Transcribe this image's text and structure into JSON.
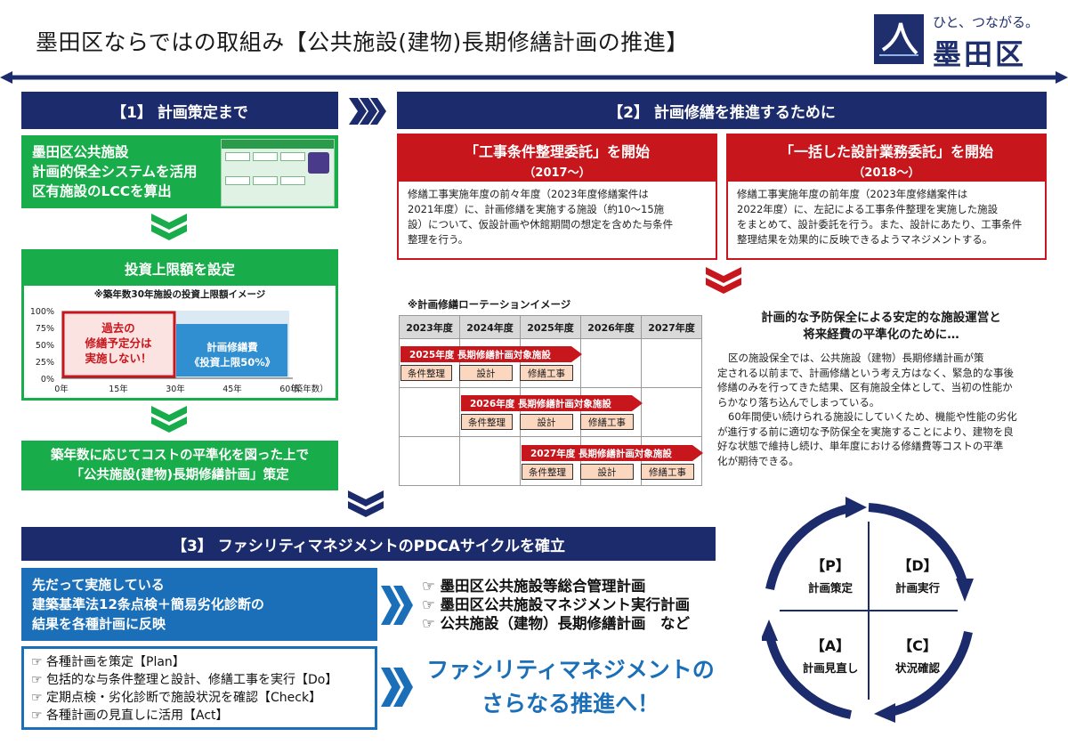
{
  "header": {
    "title": "墨田区ならではの取組み【公共施設(建物)長期修繕計画の推進】",
    "logo_tagline": "ひと、つながる。",
    "logo_name": "墨田区"
  },
  "section1": {
    "heading": "【1】 計画策定まで",
    "system_text": [
      "墨田区公共施設",
      "計画的保全システムを活用",
      "区有施設のLCCを算出"
    ],
    "invest_title": "投資上限額を設定",
    "invest_note": "※築年数30年施設の投資上限額イメージ",
    "chart_data": {
      "type": "bar",
      "title": "",
      "xlabel": "（築年数）",
      "ylabel": "",
      "y_ticks": [
        "100%",
        "75%",
        "50%",
        "25%",
        "0%"
      ],
      "x_ticks": [
        "0年",
        "15年",
        "30年",
        "45年",
        "60年"
      ],
      "ylim": [
        0,
        100
      ],
      "xlim": [
        0,
        60
      ],
      "bars": [
        {
          "label": [
            "過去の",
            "修繕予定分は",
            "実施しない！"
          ],
          "x_start": 0,
          "x_end": 30,
          "value": 100,
          "color": "#c8161d"
        },
        {
          "label": [
            "計画修繕費",
            "《投資上限50%》"
          ],
          "x_start": 30,
          "x_end": 60,
          "value": 100,
          "color": "#2f8fd0"
        }
      ]
    },
    "result_text": [
      "築年数に応じてコストの平準化を図った上で",
      "「公共施設(建物)長期修繕計画」策定"
    ]
  },
  "section2": {
    "heading": "【2】 計画修繕を推進するために",
    "box_left": {
      "title": "「工事条件整理委託」を開始",
      "year": "（2017～）",
      "lines": [
        "修繕工事実施年度の前々年度（2023年度修繕案件は",
        "2021年度）に、計画修繕を実施する施設（約10～15施",
        "設）について、仮設計画や休館期間の想定を含めた与条件",
        "整理を行う。"
      ]
    },
    "box_right": {
      "title": "「一括した設計業務委託」を開始",
      "year": "（2018～）",
      "lines": [
        "修繕工事実施年度の前年度（2023年度修繕案件は",
        "2022年度）に、左記による工事条件整理を実施した施設",
        "をまとめて、設計委託を行う。また、設計にあたり、工事条件",
        "整理結果を効果的に反映できるようマネジメントする。"
      ]
    },
    "rotation_title": "※計画修繕ローテーションイメージ",
    "years": [
      "2023年度",
      "2024年度",
      "2025年度",
      "2026年度",
      "2027年度"
    ],
    "rows": [
      {
        "bar": "2025年度 長期修繕計画対象施設",
        "steps": [
          "条件整理",
          "設計",
          "修繕工事"
        ]
      },
      {
        "bar": "2026年度 長期修繕計画対象施設",
        "steps": [
          "条件整理",
          "設計",
          "修繕工事"
        ]
      },
      {
        "bar": "2027年度 長期修繕計画対象施設",
        "steps": [
          "条件整理",
          "設計",
          "修繕工事"
        ]
      }
    ],
    "aim_title": [
      "計画的な予防保全による安定的な施設運営と",
      "将来経費の平準化のために…"
    ],
    "aim_body": [
      "区の施設保全では、公共施設（建物）長期修繕計画が策",
      "定される以前まで、計画修繕という考え方はなく、緊急的な事後",
      "修繕のみを行ってきた結果、区有施設全体として、当初の性能か",
      "らかなり落ち込んでしまっている。",
      "60年間使い続けられる施設にしていくため、機能や性能の劣化",
      "が進行する前に適切な予防保全を実施することにより、建物を良",
      "好な状態で維持し続け、単年度における修繕費等コストの平準",
      "化が期待できる。"
    ]
  },
  "section3": {
    "heading": "【3】 ファシリティマネジメントのPDCAサイクルを確立",
    "blue_text": [
      "先だって実施している",
      "建築基準法12条点検＋簡易劣化診断の",
      "結果を各種計画に反映"
    ],
    "plans": [
      "☞ 墨田区公共施設等総合管理計画",
      "☞ 墨田区公共施設マネジメント実行計画",
      "☞ 公共施設（建物）長期修繕計画　など"
    ],
    "cycle_items": [
      "☞ 各種計画を策定【Plan】",
      "☞ 包括的な与条件整理と設計、修繕工事を実行【Do】",
      "☞ 定期点検・劣化診断で施設状況を確認【Check】",
      "☞ 各種計画の見直しに活用【Act】"
    ],
    "slogan": [
      "ファシリティマネジメントの",
      "さらなる推進へ！"
    ],
    "pdca": {
      "p": {
        "key": "【P】",
        "label": "計画策定"
      },
      "d": {
        "key": "【D】",
        "label": "計画実行"
      },
      "a": {
        "key": "【A】",
        "label": "計画見直し"
      },
      "c": {
        "key": "【C】",
        "label": "状況確認"
      }
    }
  },
  "colors": {
    "navy": "#1b2b6b",
    "green": "#19ac4a",
    "red": "#c8161d",
    "blue": "#1a6fb8",
    "light_blue": "#2f8fd0"
  }
}
